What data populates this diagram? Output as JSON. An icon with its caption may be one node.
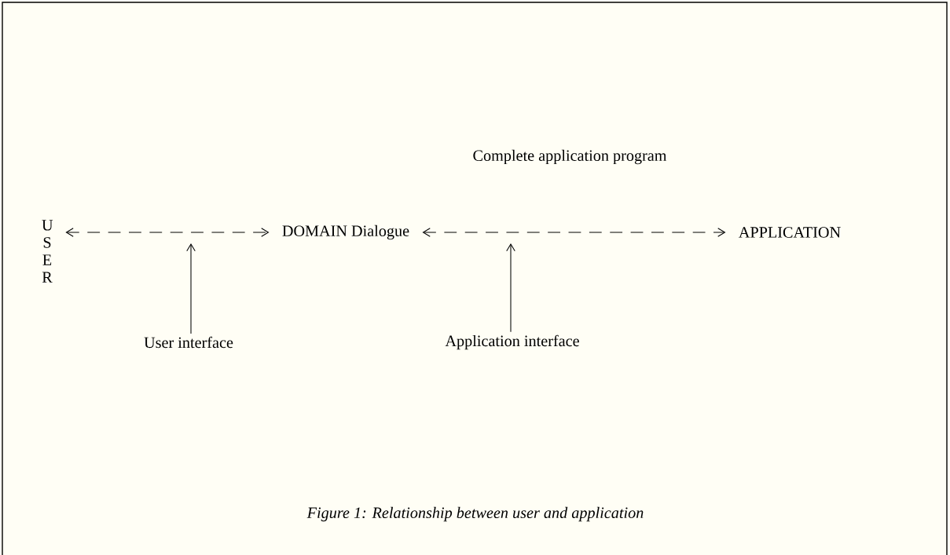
{
  "diagram": {
    "title": "Complete application program",
    "caption": "Figure 1: Relationship between user and application",
    "nodes": [
      {
        "text": [
          "U S E R"
        ]
      },
      {
        "text": [
          "DOMAIN Dialogue"
        ]
      },
      {
        "text": [
          "APPLICATION"
        ]
      },
      {
        "text": [
          "User interface"
        ]
      },
      {
        "text": [
          "Application interface"
        ]
      }
    ],
    "edges": [
      {
        "from": 0,
        "to": 1,
        "arrow": "both",
        "style": "dashed"
      },
      {
        "from": 1,
        "to": 2,
        "arrow": "both",
        "style": "dashed"
      },
      {
        "from": 3,
        "to": null,
        "arrow": "to"
      },
      {
        "from": 4,
        "to": null,
        "arrow": "to"
      }
    ]
  }
}
